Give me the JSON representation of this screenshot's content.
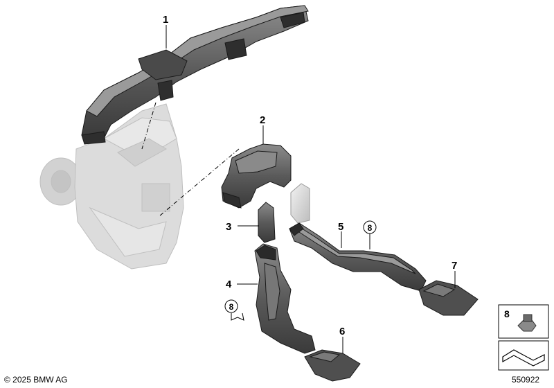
{
  "callouts": [
    "1",
    "2",
    "3",
    "4",
    "5",
    "6",
    "7"
  ],
  "circled_callouts": [
    "8",
    "8"
  ],
  "legend": {
    "part_number": "8"
  },
  "footer": {
    "copyright": "© 2025 BMW AG",
    "diagram_number": "550922"
  },
  "colors": {
    "part_fill": "#5f5f5f",
    "part_shade": "#3a3a3a",
    "part_light": "#9a9a9a",
    "housing": "#d6d6d6",
    "line": "#000000"
  }
}
